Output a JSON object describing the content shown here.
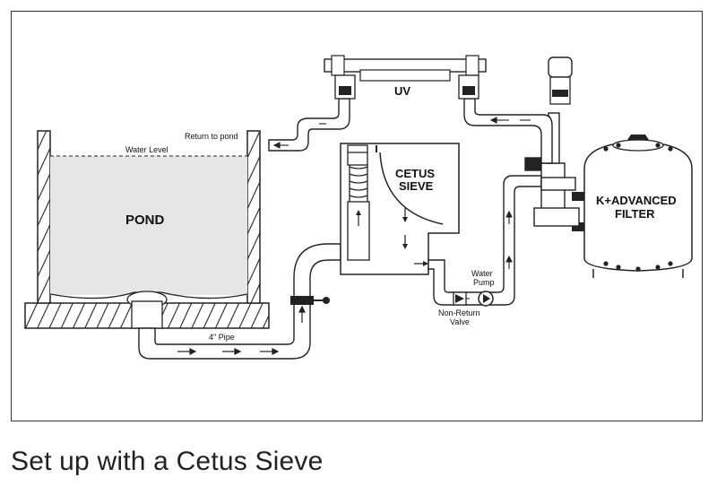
{
  "labels": {
    "uv": "UV",
    "return_to_pond": "Return to pond",
    "water_level": "Water Level",
    "pond": "POND",
    "cetus_line1": "CETUS",
    "cetus_line2": "SIEVE",
    "filter_line1": "K+ADVANCED",
    "filter_line2": "FILTER",
    "pipe_4in": "4\" Pipe",
    "water_pump_line1": "Water",
    "water_pump_line2": "Pump",
    "nrv_line1": "Non-Return",
    "nrv_line2": "Valve"
  },
  "caption": "Set up with a Cetus Sieve"
}
